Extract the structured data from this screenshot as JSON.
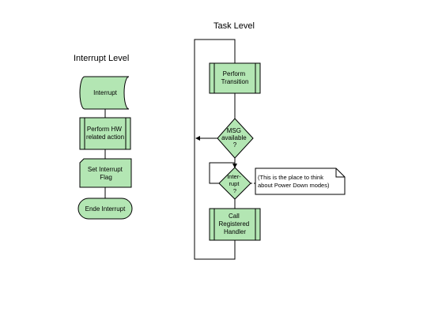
{
  "titles": {
    "task_level": "Task Level",
    "interrupt_level": "Interrupt Level"
  },
  "interrupt_flow": {
    "interrupt": [
      "Interrupt"
    ],
    "perform_hw": [
      "Perform HW",
      "related action"
    ],
    "set_flag": [
      "Set Interrupt",
      "Flag"
    ],
    "end_interrupt": [
      "Ende Interrupt"
    ]
  },
  "task_flow": {
    "perform_transition": [
      "Perform",
      "Transition"
    ],
    "msg_available": [
      "MSG",
      "available",
      "?"
    ],
    "interrupt_check": [
      "Inter-",
      "rupt",
      "?"
    ],
    "call_handler": [
      "Call",
      "Registered",
      "Handler"
    ]
  },
  "note": {
    "lines": [
      "(This is the place to think",
      "about Power Down modes)"
    ]
  },
  "colors": {
    "shape_fill": "#b3e6b3",
    "shape_stroke": "#000000",
    "line": "#000000"
  }
}
